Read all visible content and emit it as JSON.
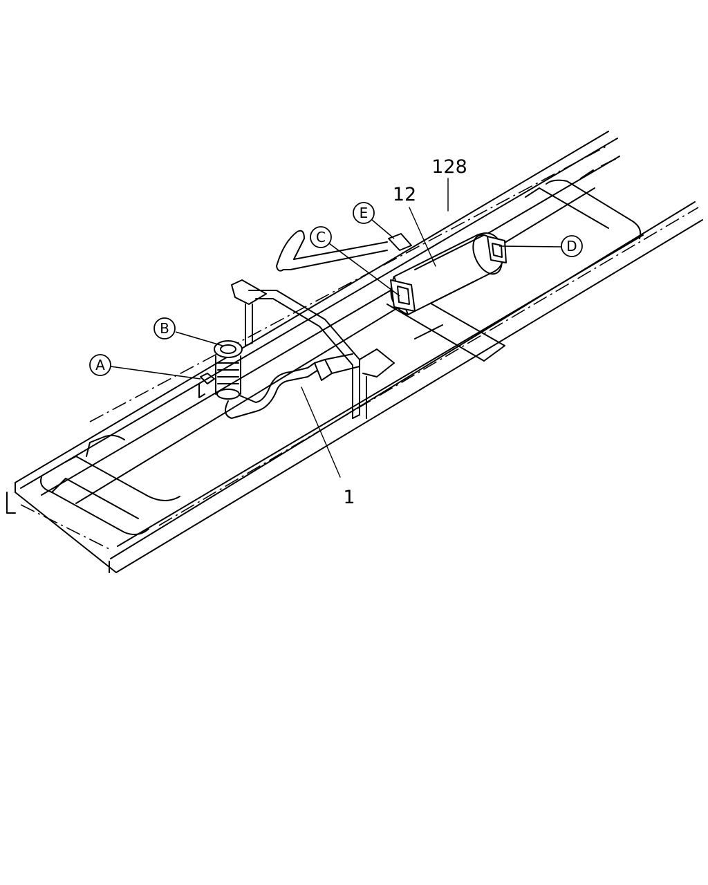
{
  "callouts": {
    "a": "A",
    "b": "B",
    "c": "C",
    "d": "D",
    "e": "E"
  },
  "part_numbers": {
    "p1": "1",
    "p12": "12",
    "p128": "128"
  }
}
